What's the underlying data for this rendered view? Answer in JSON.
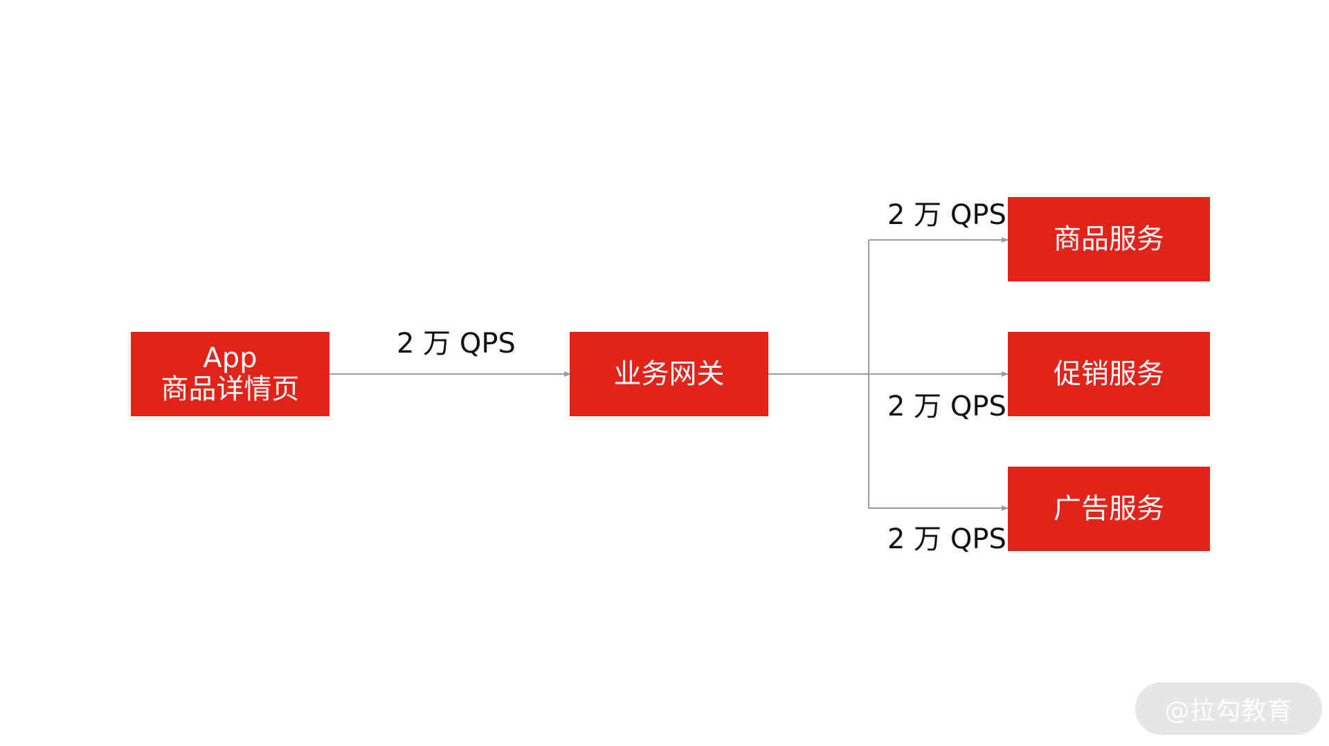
{
  "nodes": {
    "app_line1": "App",
    "app_line2": "商品详情页",
    "gateway": "业务网关",
    "product_service": "商品服务",
    "promotion_service": "促销服务",
    "ad_service": "广告服务"
  },
  "edge_labels": {
    "app_to_gateway": "2 万 QPS",
    "gateway_to_product": "2 万 QPS",
    "gateway_to_promotion": "2 万 QPS",
    "gateway_to_ad": "2 万 QPS"
  },
  "colors": {
    "node_fill": "#e2231a",
    "node_text": "#ffffff",
    "edge": "#9a9a9a"
  },
  "watermark": "@拉勾教育"
}
